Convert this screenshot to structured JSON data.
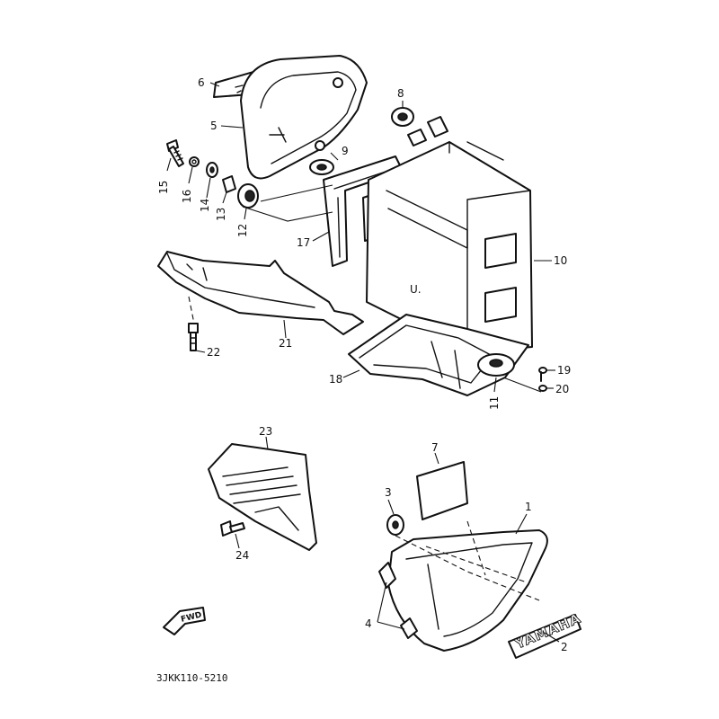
{
  "callouts": {
    "c1": "1",
    "c2": "2",
    "c3": "3",
    "c4": "4",
    "c5": "5",
    "c6": "6",
    "c7": "7",
    "c8": "8",
    "c9": "9",
    "c10": "10",
    "c11": "11",
    "c12": "12",
    "c13": "13",
    "c14": "14",
    "c15": "15",
    "c16": "16",
    "c17": "17",
    "c18": "18",
    "c19": "19",
    "c20": "20",
    "c21": "21",
    "c22": "22",
    "c23": "23",
    "c24": "24"
  },
  "emblem_text": "YAMAHA",
  "fwd_label": "FWD",
  "box_marking": "U.",
  "drawing_number": "3JKK110-5210"
}
